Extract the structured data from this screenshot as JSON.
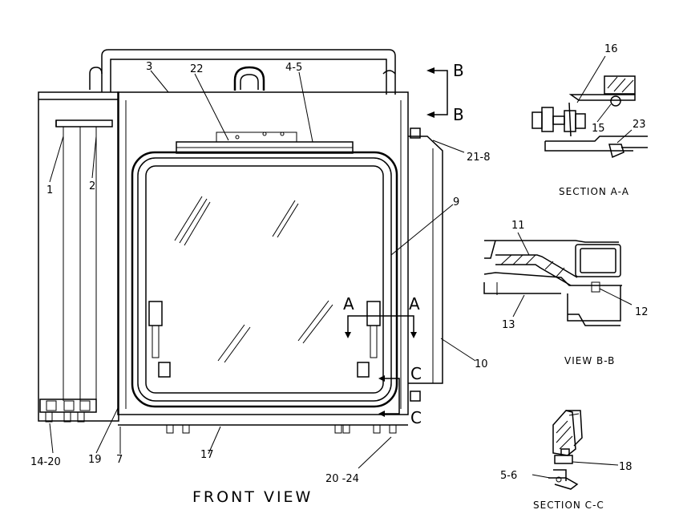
{
  "views": {
    "front": "FRONT VIEW",
    "section_aa": "SECTION A-A",
    "view_bb": "VIEW B-B",
    "section_cc": "SECTION C-C"
  },
  "section_markers": {
    "a": "A",
    "b": "B",
    "c": "C"
  },
  "callouts": {
    "c1": "1",
    "c2": "2",
    "c3": "3",
    "c4_5": "4-5",
    "c22": "22",
    "c21_8": "21-8",
    "c9": "9",
    "c10": "10",
    "c7": "7",
    "c19": "19",
    "c14_20": "14-20",
    "c17": "17",
    "c20_24": "20 -24",
    "c16": "16",
    "c15": "15",
    "c23": "23",
    "c11": "11",
    "c12": "12",
    "c13": "13",
    "c18": "18",
    "c5_6": "5-6"
  }
}
